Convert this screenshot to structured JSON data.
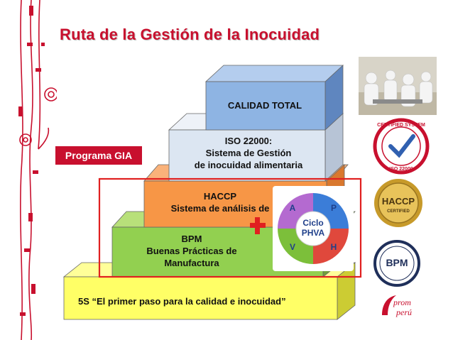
{
  "title": "Ruta de la Gestión de la Inocuidad",
  "programa": "Programa GIA",
  "steps": {
    "s5": "5S “El primer paso para la calidad e inocuidad”",
    "bpm": [
      "BPM",
      "Buenas Prácticas de",
      "Manufactura"
    ],
    "haccp": [
      "HACCP",
      "Sistema de análisis de"
    ],
    "iso": [
      "ISO 22000:",
      "Sistema de Gestión",
      "de inocuidad alimentaria"
    ],
    "calidad": "CALIDAD TOTAL"
  },
  "cycle": {
    "title1": "Ciclo",
    "title2": "PHVA",
    "a": "A",
    "p": "P",
    "v": "V",
    "h": "H"
  },
  "badges": {
    "certified_top": "CERTIFIED SYSTEM",
    "certified_bottom": "ISO 22000",
    "haccp": "HACCP",
    "haccp_sub": "CERTIFIED",
    "bpm": "BPM",
    "promperu_1": "prom",
    "promperu_2": "perú"
  },
  "colors": {
    "brand_red": "#c8102e",
    "step_5s": "#ffff66",
    "step_bpm": "#92d050",
    "step_haccp": "#f79646",
    "step_iso": "#dce6f2",
    "step_calidad": "#8eb4e3"
  }
}
